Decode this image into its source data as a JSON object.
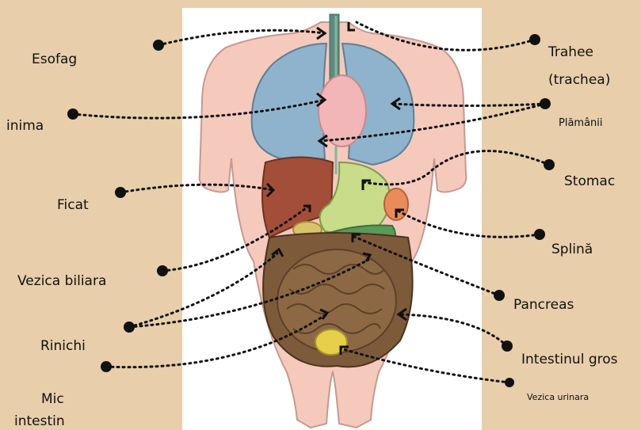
{
  "labels": {
    "esofag": "Esofag",
    "trahee": "Trahee",
    "trachea": "(trachea)",
    "inima": "inima",
    "plamanii": "Plămânii",
    "ficat": "Ficat",
    "stomac": "Stomac",
    "splina": "Splină",
    "vezica_biliara": "Vezica biliara",
    "pancreas": "Pancreas",
    "rinichi": "Rinichi",
    "intestinul_gros": "Intestinul gros",
    "mic": "Mic",
    "intestin": "intestin",
    "vezica_urinara": "Vezica urinara"
  },
  "colors": {
    "background": "#e8ceab",
    "panel": "#ffffff",
    "skin": "#f5c9bc",
    "lungs": "#8fb3cc",
    "heart": "#f2b6b8",
    "liver": "#a34e38",
    "stomach": "#c8dc8a",
    "spleen": "#e98c5c",
    "pancreas": "#5a9a5a",
    "intestines": "#7d5a3a",
    "bladder": "#e6cf4a",
    "trachea": "#5a8a80",
    "leader": "#111111"
  }
}
